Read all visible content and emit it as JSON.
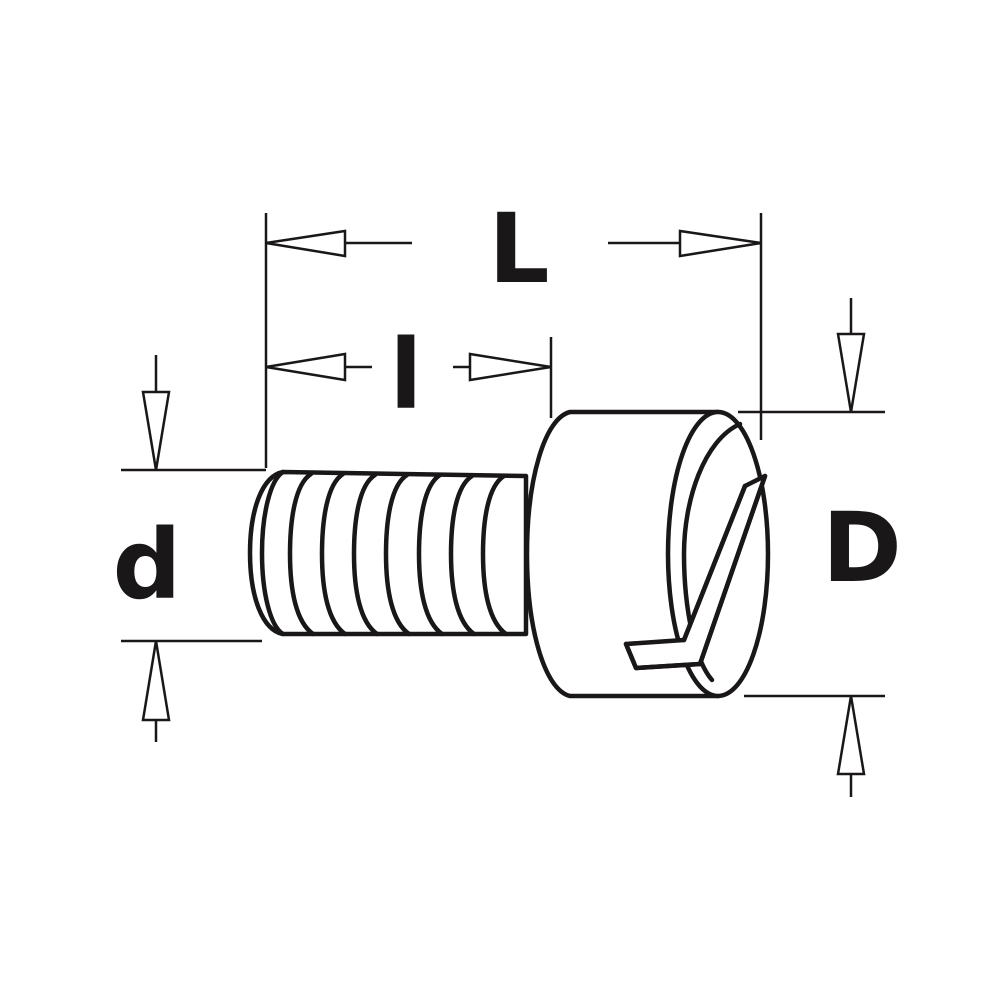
{
  "labels": {
    "overall_length": "L",
    "thread_length": "l",
    "thread_diameter": "d",
    "head_diameter": "D"
  },
  "colors": {
    "line": "#1a1718",
    "background": "#ffffff"
  }
}
